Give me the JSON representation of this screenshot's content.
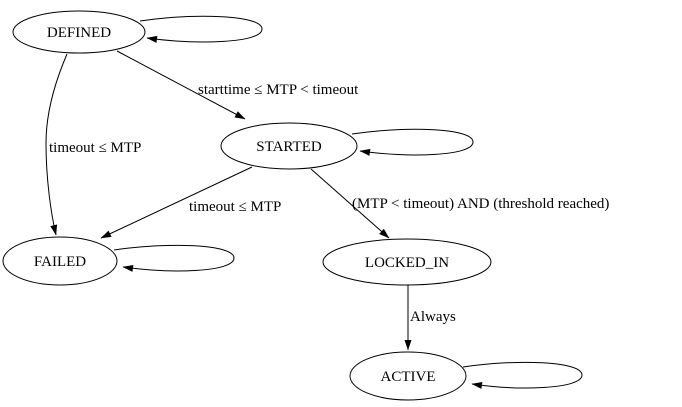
{
  "diagram": {
    "type": "state-machine-digraph",
    "background_color": "#ffffff",
    "line_color": "#000000",
    "nodes": [
      {
        "id": "DEFINED",
        "label": "DEFINED",
        "self_loop": true
      },
      {
        "id": "STARTED",
        "label": "STARTED",
        "self_loop": true
      },
      {
        "id": "FAILED",
        "label": "FAILED",
        "self_loop": true
      },
      {
        "id": "LOCKED_IN",
        "label": "LOCKED_IN",
        "self_loop": false
      },
      {
        "id": "ACTIVE",
        "label": "ACTIVE",
        "self_loop": true
      }
    ],
    "edges": [
      {
        "from": "DEFINED",
        "to": "STARTED",
        "label": "starttime ≤ MTP < timeout"
      },
      {
        "from": "DEFINED",
        "to": "FAILED",
        "label": "timeout ≤ MTP"
      },
      {
        "from": "STARTED",
        "to": "FAILED",
        "label": "timeout ≤ MTP"
      },
      {
        "from": "STARTED",
        "to": "LOCKED_IN",
        "label": "(MTP < timeout) AND (threshold reached)"
      },
      {
        "from": "LOCKED_IN",
        "to": "ACTIVE",
        "label": "Always"
      }
    ],
    "self_loops": [
      "DEFINED",
      "STARTED",
      "FAILED",
      "ACTIVE"
    ]
  }
}
